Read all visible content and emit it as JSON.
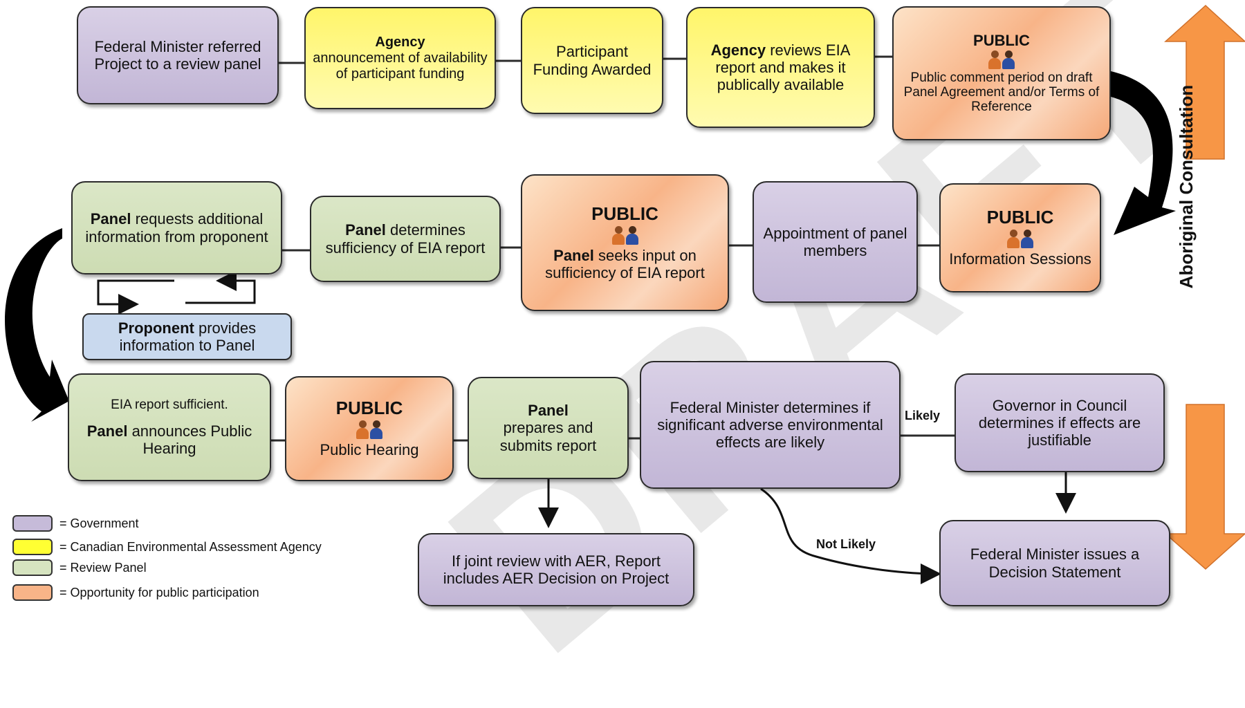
{
  "boxes": {
    "b1": {
      "text": "Federal Minister referred Project to a review panel"
    },
    "b2": {
      "bold": "Agency",
      "text": "announcement of availability of participant funding"
    },
    "b3": {
      "text": "Participant Funding Awarded"
    },
    "b4": {
      "bold": "Agency",
      "text": "reviews EIA report and makes it publically available"
    },
    "b5": {
      "title": "PUBLIC",
      "text": "Public comment period on draft Panel Agreement and/or Terms of Reference"
    },
    "b6": {
      "title": "PUBLIC",
      "text": "Information Sessions"
    },
    "b7": {
      "text": "Appointment of panel members"
    },
    "b8": {
      "title": "PUBLIC",
      "bold": "Panel",
      "text": "seeks input on sufficiency of EIA report"
    },
    "b9": {
      "bold": "Panel",
      "text": "determines sufficiency of EIA report"
    },
    "b10": {
      "bold": "Panel",
      "text": "requests additional information from proponent"
    },
    "b11": {
      "bold": "Proponent",
      "text": "provides information to Panel"
    },
    "b12": {
      "line1": "EIA report sufficient.",
      "bold": "Panel",
      "text": "announces Public Hearing"
    },
    "b13": {
      "title": "PUBLIC",
      "text": "Public Hearing"
    },
    "b14": {
      "bold": "Panel",
      "text": "prepares and submits report"
    },
    "b15": {
      "text": "Federal Minister determines if significant adverse environmental effects are likely"
    },
    "b16": {
      "text": "Governor in Council determines if effects are justifiable"
    },
    "b17": {
      "text": "Federal Minister issues a Decision Statement"
    },
    "b18": {
      "text": "If joint review with AER, Report includes AER Decision on Project"
    }
  },
  "labels": {
    "likely": "Likely",
    "not_likely": "Not Likely",
    "side": "Aboriginal Consultation",
    "watermark": "DRAFT"
  },
  "legend": [
    {
      "label": "= Government",
      "color": "#c6bbd9"
    },
    {
      "label": "= Canadian Environmental Assessment Agency",
      "color": "#ffff33"
    },
    {
      "label": "= Review Panel",
      "color": "#d6e4c0"
    },
    {
      "label": "= Opportunity for public participation",
      "color": "#f8b488"
    }
  ],
  "colors": {
    "arrow_orange": "#f79646",
    "line": "#2b2b2b"
  }
}
